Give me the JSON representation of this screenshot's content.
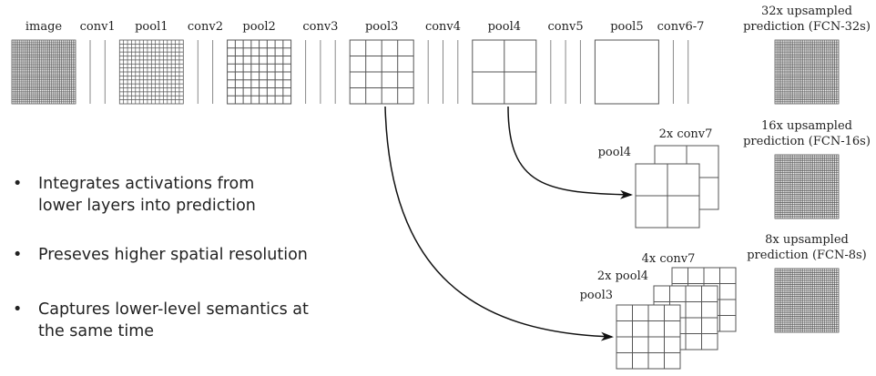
{
  "layers": [
    {
      "name": "image",
      "kind": "grid",
      "cells": 32
    },
    {
      "name": "conv1",
      "kind": "lines",
      "count": 2
    },
    {
      "name": "pool1",
      "kind": "grid",
      "cells": 16
    },
    {
      "name": "conv2",
      "kind": "lines",
      "count": 2
    },
    {
      "name": "pool2",
      "kind": "grid",
      "cells": 8
    },
    {
      "name": "conv3",
      "kind": "lines",
      "count": 3
    },
    {
      "name": "pool3",
      "kind": "grid",
      "cells": 4
    },
    {
      "name": "conv4",
      "kind": "lines",
      "count": 3
    },
    {
      "name": "pool4",
      "kind": "grid",
      "cells": 2
    },
    {
      "name": "conv5",
      "kind": "lines",
      "count": 3
    },
    {
      "name": "pool5",
      "kind": "grid",
      "cells": 1
    },
    {
      "name": "conv6-7",
      "kind": "lines",
      "count": 2
    }
  ],
  "predictions": [
    {
      "line1": "32x upsampled",
      "line2": "prediction (FCN-32s)"
    },
    {
      "line1": "16x upsampled",
      "line2": "prediction (FCN-16s)"
    },
    {
      "line1": "8x upsampled",
      "line2": "prediction (FCN-8s)"
    }
  ],
  "fcn16_stack": {
    "back_label": "2x conv7",
    "front_label": "pool4",
    "cells": 2
  },
  "fcn8_stack": {
    "back_label": "4x conv7",
    "mid_label": "2x pool4",
    "front_label": "pool3",
    "cells": 4
  },
  "bullets": [
    {
      "line1": "Integrates activations from",
      "line2": "lower layers into prediction"
    },
    {
      "line1": "Preseves higher spatial resolution",
      "line2": ""
    },
    {
      "line1": "Captures lower-level semantics at",
      "line2": "the same time"
    }
  ],
  "bullet_glyph": "•",
  "colors": {
    "grid": "#555555",
    "line": "#888888",
    "arrow": "#111111",
    "text": "#222222"
  }
}
